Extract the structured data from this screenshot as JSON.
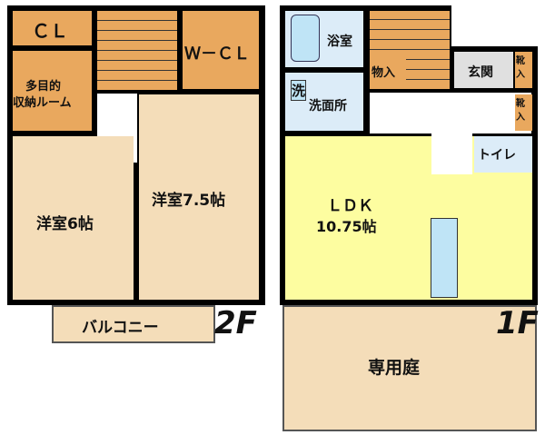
{
  "floor2": {
    "label": "2F",
    "rooms": {
      "cl": "ＣＬ",
      "wcl": "Ｗ－ＣＬ",
      "storage": "多目的収納ルーム",
      "storage_l1": "多目的",
      "storage_l2": "収納ルーム",
      "room6": "洋室6帖",
      "room75": "洋室7.5帖",
      "balcony": "バルコニー"
    }
  },
  "floor1": {
    "label": "1F",
    "rooms": {
      "bath": "浴室",
      "washer": "洗",
      "washroom": "洗面所",
      "closet": "物入",
      "entrance": "玄関",
      "shoe1": "靴入",
      "shoe2": "靴入",
      "toilet": "トイレ",
      "ldk": "ＬＤＫ",
      "ldk_size": "10.75帖",
      "garden": "専用庭"
    }
  },
  "colors": {
    "closet": "#e9a85e",
    "room": "#f4ddb9",
    "ldk": "#fdfda0",
    "wet": "#dcecf8",
    "entrance": "#e0e0e0",
    "wall": "#000000"
  }
}
